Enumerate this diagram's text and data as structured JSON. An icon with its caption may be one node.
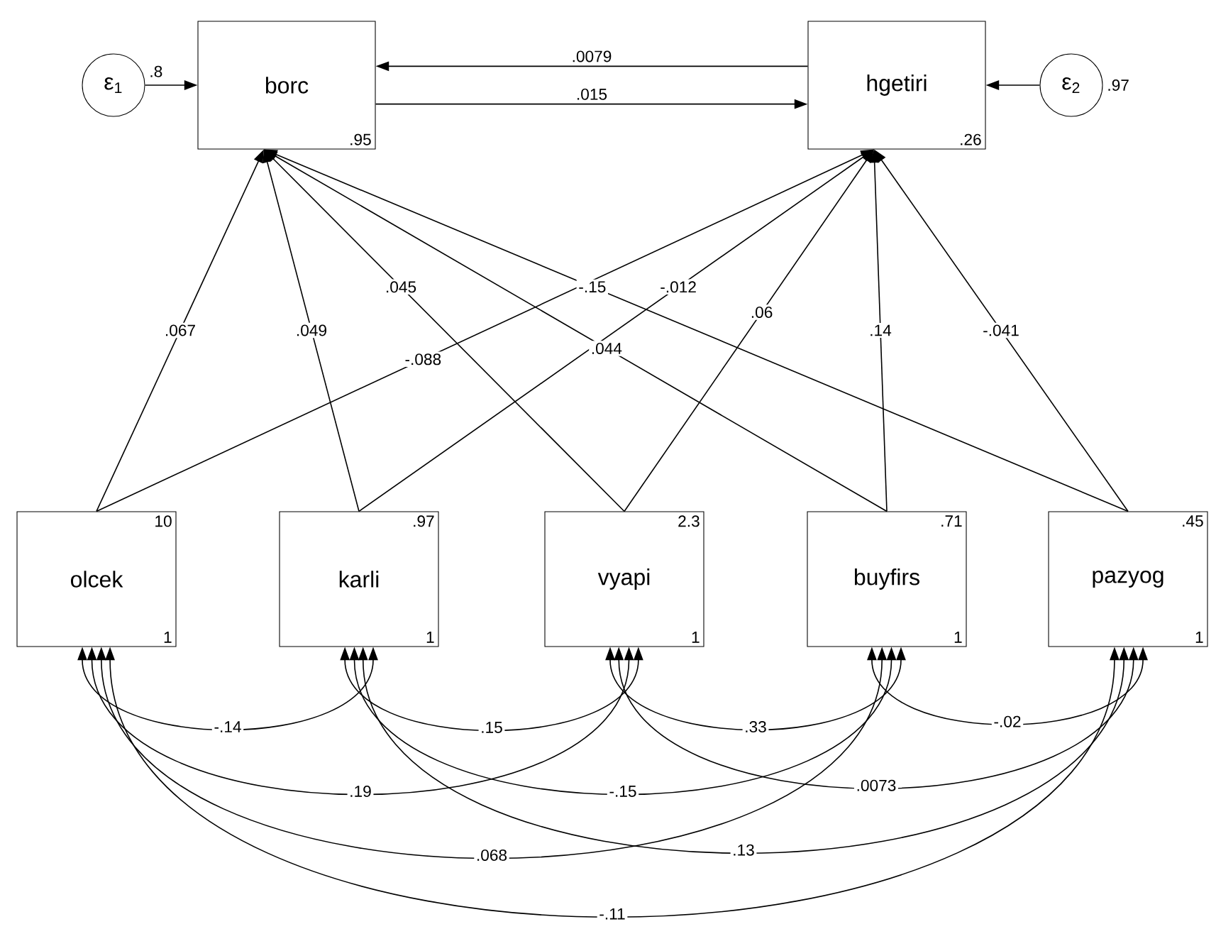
{
  "diagram": {
    "nodes": [
      {
        "text": [
          "ε$_{1}$"
        ],
        "beside": [
          ".8"
        ]
      },
      {
        "text": [
          "borc",
          ".95"
        ]
      },
      {
        "text": [
          "hgetiri",
          ".26"
        ]
      },
      {
        "text": [
          "ε$_{2}$"
        ],
        "beside": [
          ".97"
        ]
      },
      {
        "text": [
          "olcek",
          "10",
          "1"
        ]
      },
      {
        "text": [
          "karli",
          ".97",
          "1"
        ]
      },
      {
        "text": [
          "vyapi",
          "2.3",
          "1"
        ]
      },
      {
        "text": [
          "buyfirs",
          ".71",
          "1"
        ]
      },
      {
        "text": [
          "pazyog",
          ".45",
          "1"
        ]
      }
    ],
    "edges": [
      {
        "from": 0,
        "to": 1,
        "arrow": "to"
      },
      {
        "from": 3,
        "to": 2,
        "arrow": "to"
      },
      {
        "from": 1,
        "to": 2,
        "arrow": "to",
        "label": ".015"
      },
      {
        "from": 2,
        "to": 1,
        "arrow": "to",
        "label": ".0079"
      },
      {
        "from": 4,
        "to": 1,
        "arrow": "to",
        "label": ".067"
      },
      {
        "from": 4,
        "to": 2,
        "arrow": "to",
        "label": "-.088"
      },
      {
        "from": 5,
        "to": 1,
        "arrow": "to",
        "label": ".049"
      },
      {
        "from": 5,
        "to": 2,
        "arrow": "to",
        "label": "-.012"
      },
      {
        "from": 6,
        "to": 1,
        "arrow": "to",
        "label": ".045"
      },
      {
        "from": 6,
        "to": 2,
        "arrow": "to",
        "label": ".06"
      },
      {
        "from": 7,
        "to": 1,
        "arrow": "to",
        "label": ".044"
      },
      {
        "from": 7,
        "to": 2,
        "arrow": "to",
        "label": ".14"
      },
      {
        "from": 8,
        "to": 1,
        "arrow": "to",
        "label": "-.15"
      },
      {
        "from": 8,
        "to": 2,
        "arrow": "to",
        "label": "-.041"
      },
      {
        "from": 4,
        "to": 5,
        "arrow": "both",
        "label": "-.14"
      },
      {
        "from": 4,
        "to": 6,
        "arrow": "both",
        "label": ".19"
      },
      {
        "from": 4,
        "to": 7,
        "arrow": "both",
        "label": ".068"
      },
      {
        "from": 4,
        "to": 8,
        "arrow": "both",
        "label": "-.11"
      },
      {
        "from": 5,
        "to": 6,
        "arrow": "both",
        "label": ".15"
      },
      {
        "from": 5,
        "to": 7,
        "arrow": "both",
        "label": "-.15"
      },
      {
        "from": 5,
        "to": 8,
        "arrow": "both",
        "label": ".13"
      },
      {
        "from": 6,
        "to": 7,
        "arrow": "both",
        "label": ".33"
      },
      {
        "from": 6,
        "to": 8,
        "arrow": "both",
        "label": ".0073"
      },
      {
        "from": 7,
        "to": 8,
        "arrow": "both",
        "label": "-.02"
      }
    ]
  }
}
